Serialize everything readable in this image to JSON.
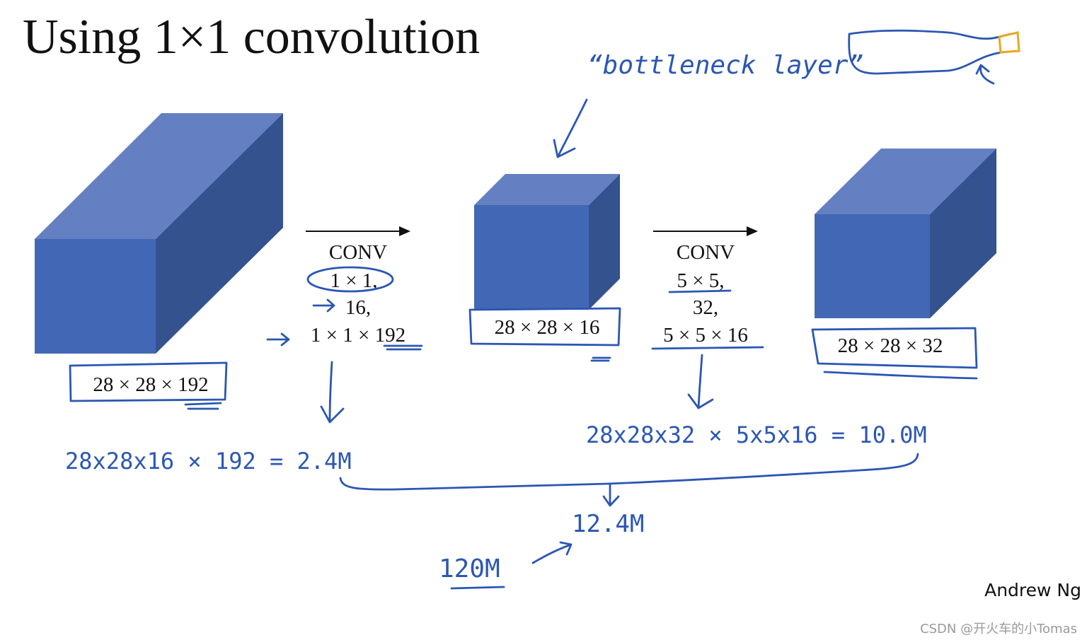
{
  "title": "Using 1×1 convolution",
  "author": "Andrew Ng",
  "watermark": "CSDN @开火车的小Tomas",
  "colors": {
    "cube_front": "#4267b5",
    "cube_top": "#6480c3",
    "cube_side": "#34528e",
    "ink": "#2b57b3",
    "highlight": "#e8a820"
  },
  "volumes": {
    "input": "28 × 28 × 192",
    "bottleneck": "28 × 28 × 16",
    "output": "28 × 28 × 32"
  },
  "conv1": {
    "label": "CONV",
    "kernel": "1 × 1,",
    "filters": "16,",
    "shape": "1 × 1 × 192"
  },
  "conv2": {
    "label": "CONV",
    "kernel": "5 × 5,",
    "filters": "32,",
    "shape": "5 × 5 × 16"
  },
  "notes": {
    "bottleneck_label": "“bottleneck layer”",
    "cost1": "28x28x16 × 192 = 2.4M",
    "cost2": "28x28x32 × 5x5x16 = 10.0M",
    "total": "12.4M",
    "compare": "120M"
  }
}
